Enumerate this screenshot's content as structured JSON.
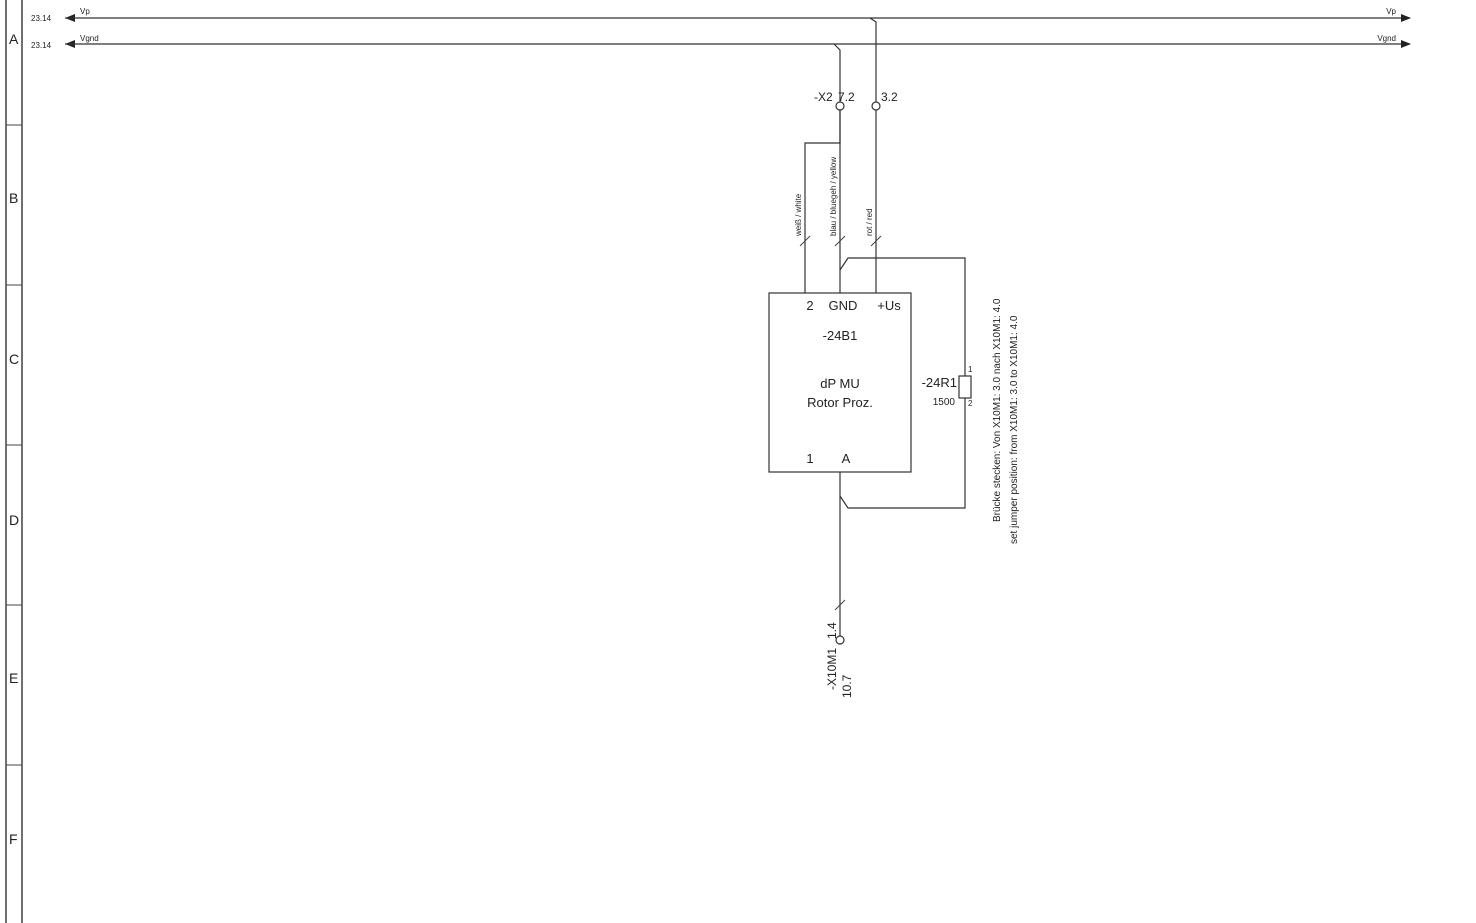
{
  "frame": {
    "rows": [
      "A",
      "B",
      "C",
      "D",
      "E",
      "F"
    ]
  },
  "rails": [
    {
      "ref": "23.14",
      "left_name": "Vp",
      "right_name": "Vp"
    },
    {
      "ref": "23.14",
      "left_name": "Vgnd",
      "right_name": "Vgnd"
    }
  ],
  "terminals": {
    "x2_name": "-X2",
    "x2_pin_a": "7.2",
    "x2_pin_b": "3.2",
    "x10_name": "-X10M1",
    "x10_pin": "1.4",
    "x10_ref": "10.7"
  },
  "wires": {
    "white": "weiß / white",
    "blue": "blau / bluegeh / yellow",
    "red": "rot / red"
  },
  "sensor": {
    "pin_2": "2",
    "pin_gnd": "GND",
    "pin_us": "+Us",
    "tag": "-24B1",
    "desc_line1": "dP MU",
    "desc_line2": "Rotor Proz.",
    "pin_1": "1",
    "pin_a": "A"
  },
  "resistor": {
    "tag": "-24R1",
    "value": "1500",
    "pin_1": "1",
    "pin_2": "2"
  },
  "notes": {
    "line1": "Brücke stecken:  Von X10M1: 3.0 nach X10M1: 4.0",
    "line2": "set jumper position:  from X10M1: 3.0 to X10M1: 4.0"
  }
}
